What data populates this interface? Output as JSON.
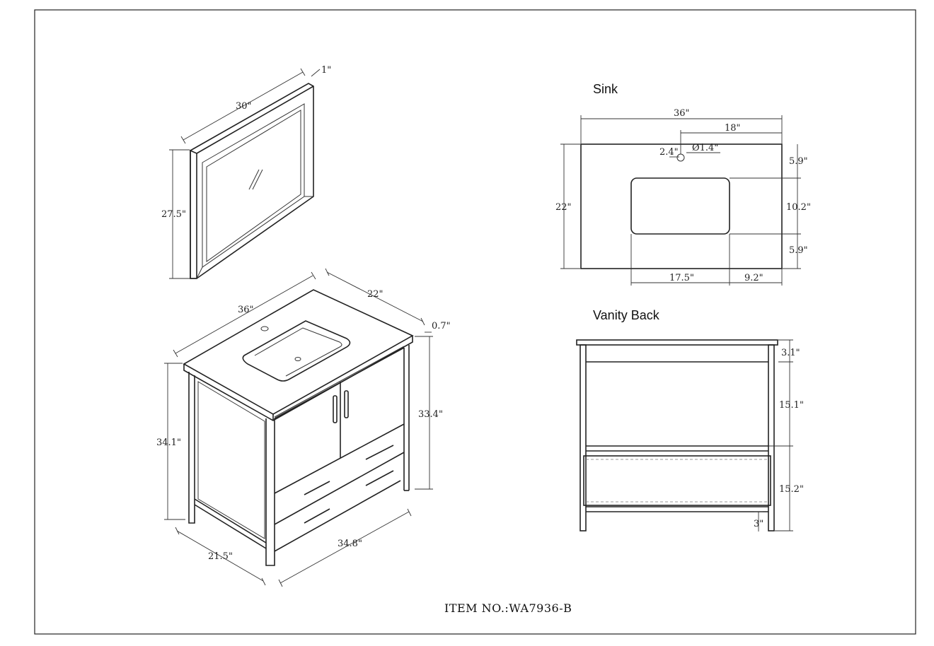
{
  "drawing": {
    "item_no": "ITEM NO.:WA7936-B"
  },
  "mirror": {
    "width": "30\"",
    "depth": "1\"",
    "height": "27.5\""
  },
  "vanity": {
    "top_width": "36\"",
    "top_depth": "22\"",
    "top_thickness": "0.7\"",
    "cabinet_height": "33.4\"",
    "total_height": "34.1\"",
    "base_depth": "21.5\"",
    "base_width": "34.8\""
  },
  "sink_view": {
    "title": "Sink",
    "width": "36\"",
    "half_width": "18\"",
    "faucet_offset": "2.4\"",
    "faucet_hole": "Ø1.4\"",
    "depth": "22\"",
    "top_gap": "5.9\"",
    "bowl_depth": "10.2\"",
    "bottom_gap": "5.9\"",
    "bowl_width": "17.5\"",
    "side_gap": "9.2\""
  },
  "back_view": {
    "title": "Vanity Back",
    "top_rail": "3.1\"",
    "upper_opening": "15.1\"",
    "lower_opening": "15.2\"",
    "bottom_gap": "3\""
  }
}
